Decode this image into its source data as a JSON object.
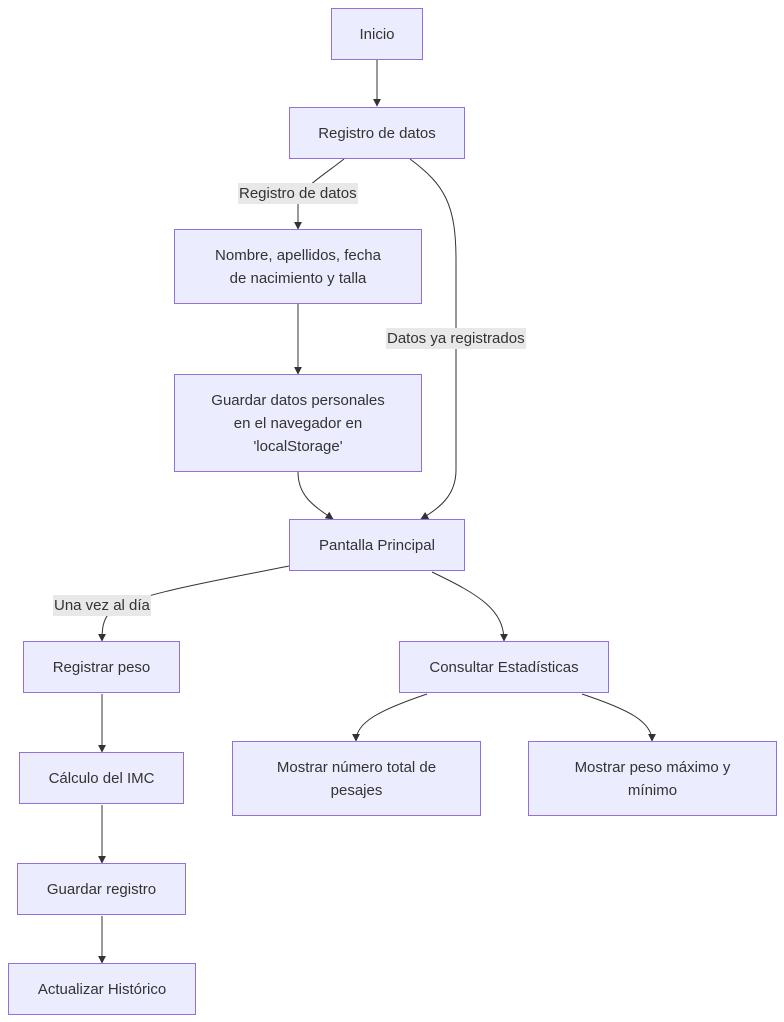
{
  "nodes": {
    "inicio": "Inicio",
    "registro_datos": "Registro de datos",
    "nombre": "Nombre, apellidos, fecha de nacimiento y talla",
    "guardar_datos": "Guardar datos personales en el navegador en 'localStorage'",
    "pantalla": "Pantalla Principal",
    "registrar_peso": "Registrar peso",
    "consultar": "Consultar Estadísticas",
    "calculo": "Cálculo del IMC",
    "mostrar_total": "Mostrar número total de pesajes",
    "mostrar_peso": "Mostrar peso máximo y mínimo",
    "guardar_registro": "Guardar registro",
    "actualizar": "Actualizar Histórico"
  },
  "edge_labels": {
    "registro_datos": "Registro de datos",
    "ya_registrados": "Datos ya registrados",
    "una_vez": "Una vez al día"
  },
  "colors": {
    "node_fill": "#ECECFF",
    "node_border": "#9370DB",
    "edge": "#333333",
    "label_bg": "#e8e8e8"
  }
}
